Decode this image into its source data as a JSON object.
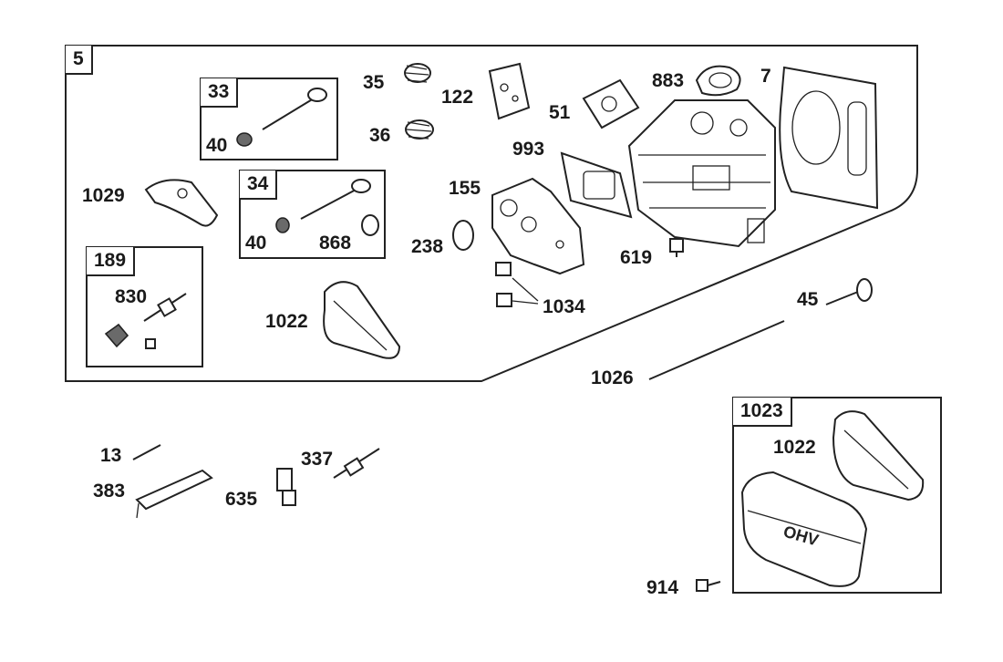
{
  "diagram": {
    "group_labels": {
      "main": "5",
      "intake_valve": "33",
      "exhaust_valve": "34",
      "breather": "189",
      "cover_kit": "1023"
    },
    "part_labels": {
      "p35": "35",
      "p36": "36",
      "p122": "122",
      "p51": "51",
      "p883": "883",
      "p7": "7",
      "p40a": "40",
      "p993": "993",
      "p1029": "1029",
      "p155": "155",
      "p40b": "40",
      "p868": "868",
      "p238": "238",
      "p619": "619",
      "p830": "830",
      "p1034": "1034",
      "p45": "45",
      "p1022a": "1022",
      "p1026": "1026",
      "p1022b": "1022",
      "p13": "13",
      "p337": "337",
      "p383": "383",
      "p635": "635",
      "p914": "914"
    },
    "cover_text": "OHV"
  }
}
